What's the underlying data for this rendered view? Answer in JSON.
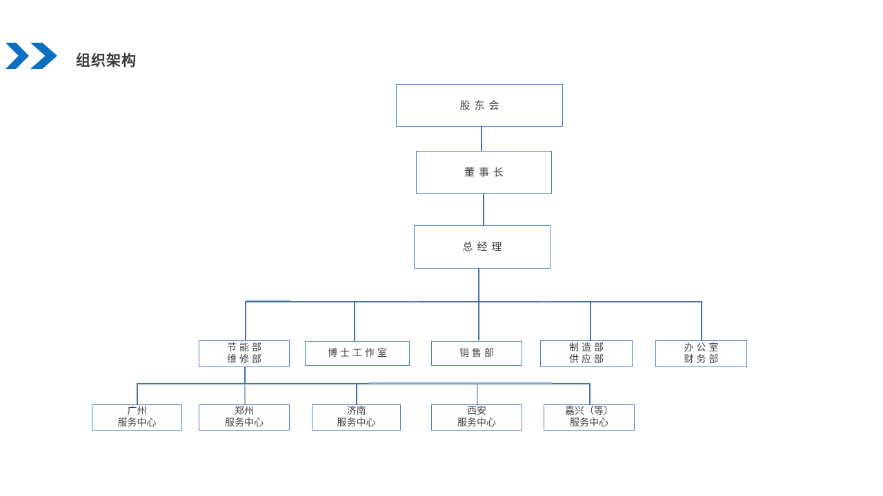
{
  "slide": {
    "title": "组织架构",
    "background_color": "#ffffff",
    "title_color": "#3a3a3a",
    "accent_color": "#0c70c0"
  },
  "org_chart": {
    "type": "org-tree",
    "box_border_color": "#4f81bd",
    "connector_color": "#4472a4",
    "connector_light_color": "#95b3d7",
    "text_color": "#404040",
    "levels": [
      {
        "level": 1,
        "nodes": [
          {
            "label": "股东会"
          }
        ]
      },
      {
        "level": 2,
        "nodes": [
          {
            "label": "董事长"
          }
        ]
      },
      {
        "level": 3,
        "nodes": [
          {
            "label": "总经理"
          }
        ]
      },
      {
        "level": 4,
        "nodes": [
          {
            "lines": [
              "节能部",
              "维修部"
            ]
          },
          {
            "lines": [
              "博士工作室"
            ]
          },
          {
            "lines": [
              "销售部"
            ]
          },
          {
            "lines": [
              "制造部",
              "供应部"
            ]
          },
          {
            "lines": [
              "办公室",
              "财务部"
            ]
          }
        ]
      },
      {
        "level": 5,
        "nodes": [
          {
            "lines": [
              "广州",
              "服务中心"
            ]
          },
          {
            "lines": [
              "郑州",
              "服务中心"
            ]
          },
          {
            "lines": [
              "济南",
              "服务中心"
            ]
          },
          {
            "lines": [
              "西安",
              "服务中心"
            ]
          },
          {
            "lines": [
              "嘉兴（等）",
              "服务中心"
            ]
          }
        ]
      }
    ],
    "edges": [
      [
        "股东会",
        "董事长"
      ],
      [
        "董事长",
        "总经理"
      ],
      [
        "总经理",
        "节能部/维修部"
      ],
      [
        "总经理",
        "博士工作室"
      ],
      [
        "总经理",
        "销售部"
      ],
      [
        "总经理",
        "制造部/供应部"
      ],
      [
        "总经理",
        "办公室/财务部"
      ],
      [
        "节能部/维修部",
        "广州服务中心"
      ],
      [
        "节能部/维修部",
        "郑州服务中心"
      ],
      [
        "节能部/维修部",
        "济南服务中心"
      ],
      [
        "节能部/维修部",
        "西安服务中心"
      ],
      [
        "节能部/维修部",
        "嘉兴（等）服务中心"
      ]
    ]
  }
}
